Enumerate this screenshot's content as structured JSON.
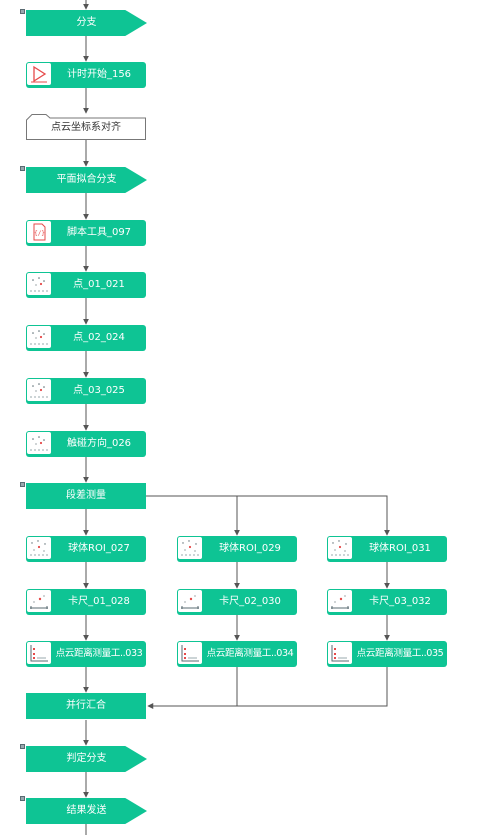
{
  "steps": {
    "branch_top": "分支",
    "timer_start": "计时开始_156",
    "align": "点云坐标系对齐",
    "plane_branch": "平面拟合分支",
    "script_tool": "脚本工具_097",
    "point1": "点_01_021",
    "point2": "点_02_024",
    "point3": "点_03_025",
    "touch_dir": "触碰方向_026",
    "step_measure": "段差测量",
    "roi1": "球体ROI_027",
    "roi2": "球体ROI_029",
    "roi3": "球体ROI_031",
    "caliper1": "卡尺_01_028",
    "caliper2": "卡尺_02_030",
    "caliper3": "卡尺_03_032",
    "dist1": "点云距离测量工..033",
    "dist2": "点云距离测量工..034",
    "dist3": "点云距离测量工..035",
    "merge": "并行汇合",
    "judge": "判定分支",
    "send": "结果发送"
  },
  "icons": {
    "timer": "play-triangle-icon",
    "script": "script-document-icon",
    "point": "point-cloud-icon",
    "roi": "sphere-roi-icon",
    "caliper": "caliper-icon",
    "distance": "distance-chart-icon",
    "marker": "collapse-marker-icon"
  },
  "colors": {
    "node": "#0ec494",
    "line": "#555555",
    "icon_accent": "#e64a4a"
  }
}
